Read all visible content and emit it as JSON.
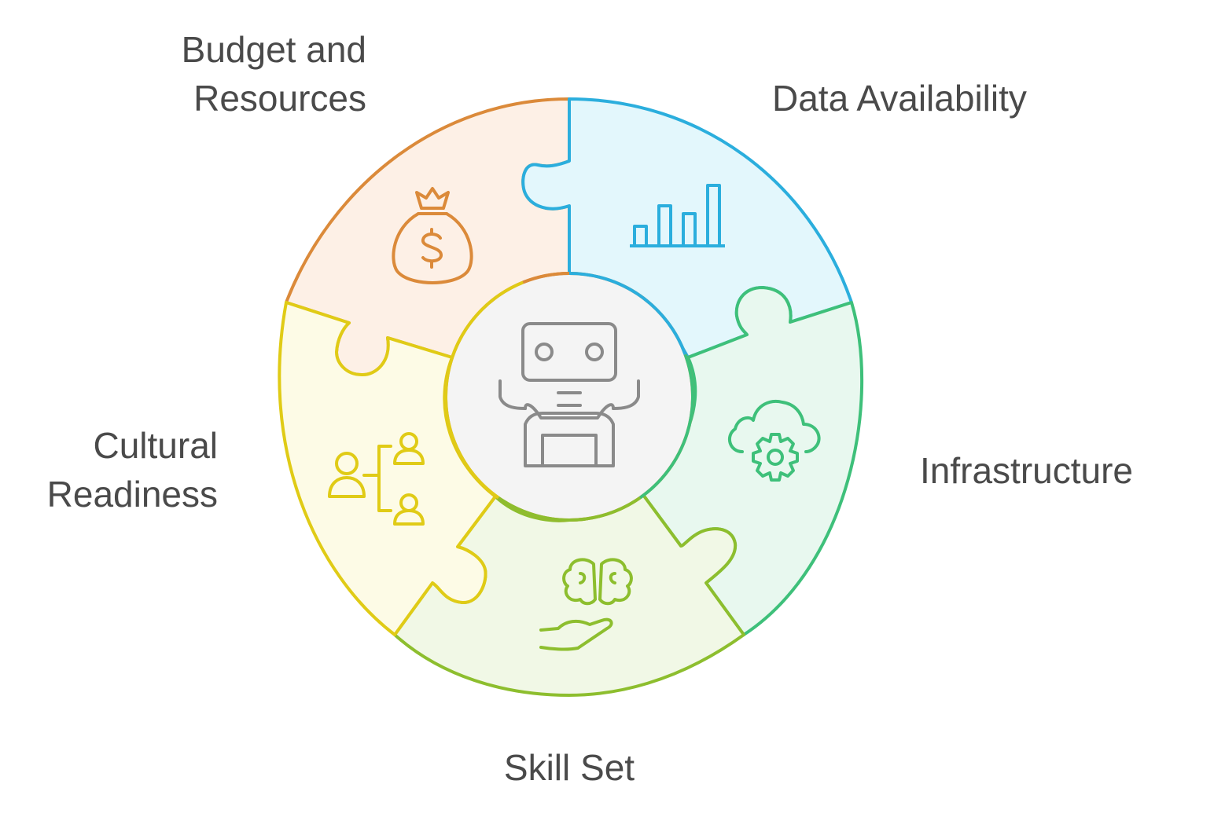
{
  "segments": [
    {
      "key": "budget",
      "label_lines": [
        "Budget and",
        "Resources"
      ],
      "icon": "money-bag-icon",
      "stroke": "#DB8A3A",
      "fill": "#FDF0E6"
    },
    {
      "key": "data",
      "label_lines": [
        "Data Availability"
      ],
      "icon": "bar-chart-icon",
      "stroke": "#2BAEDD",
      "fill": "#E3F7FC"
    },
    {
      "key": "infrastructure",
      "label_lines": [
        "Infrastructure"
      ],
      "icon": "cloud-gear-icon",
      "stroke": "#3EC07A",
      "fill": "#E8F8EF"
    },
    {
      "key": "skill",
      "label_lines": [
        "Skill Set"
      ],
      "icon": "brain-hand-icon",
      "stroke": "#8DBE2E",
      "fill": "#F1F8E6"
    },
    {
      "key": "cultural",
      "label_lines": [
        "Cultural",
        "Readiness"
      ],
      "icon": "people-hierarchy-icon",
      "stroke": "#E0CB16",
      "fill": "#FDFBE6"
    }
  ],
  "center": {
    "icon": "robot-icon",
    "stroke": "#8A8A8A",
    "fill": "#F4F4F4"
  }
}
